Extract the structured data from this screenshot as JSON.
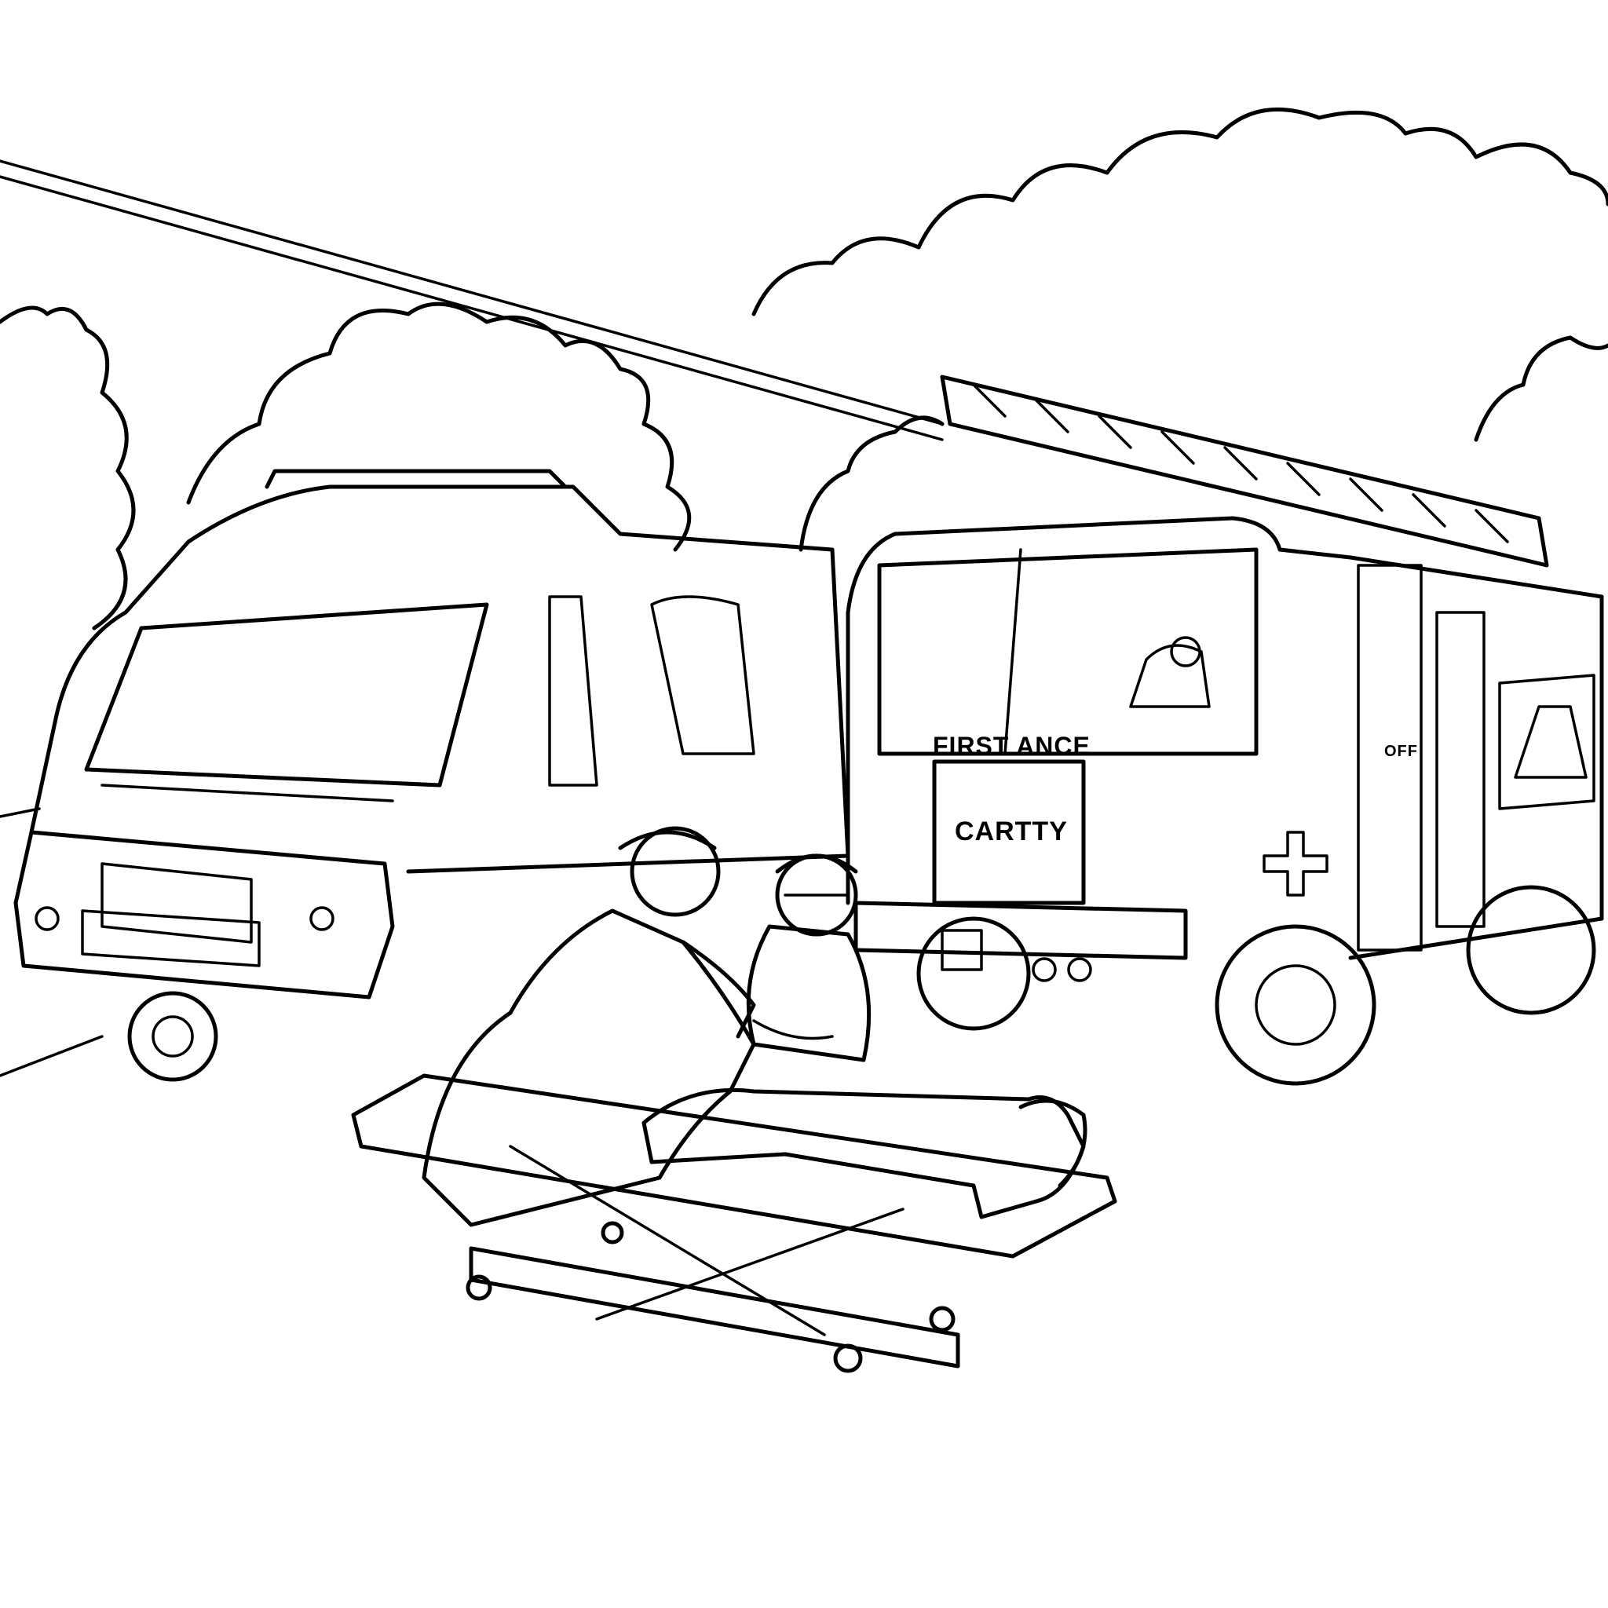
{
  "scene": {
    "title": "Emergency responders coloring page",
    "style": "black-and-white line art",
    "subjects": [
      "ambulance van",
      "fire truck with ladder",
      "two paramedics",
      "patient on stretcher",
      "trees",
      "clouds",
      "power line"
    ]
  },
  "fire_truck": {
    "header_text": "FIRST ANCE",
    "grille_text": "CARTTY",
    "side_text": "OFF"
  },
  "colors": {
    "ink": "#000000",
    "paper": "#ffffff"
  }
}
